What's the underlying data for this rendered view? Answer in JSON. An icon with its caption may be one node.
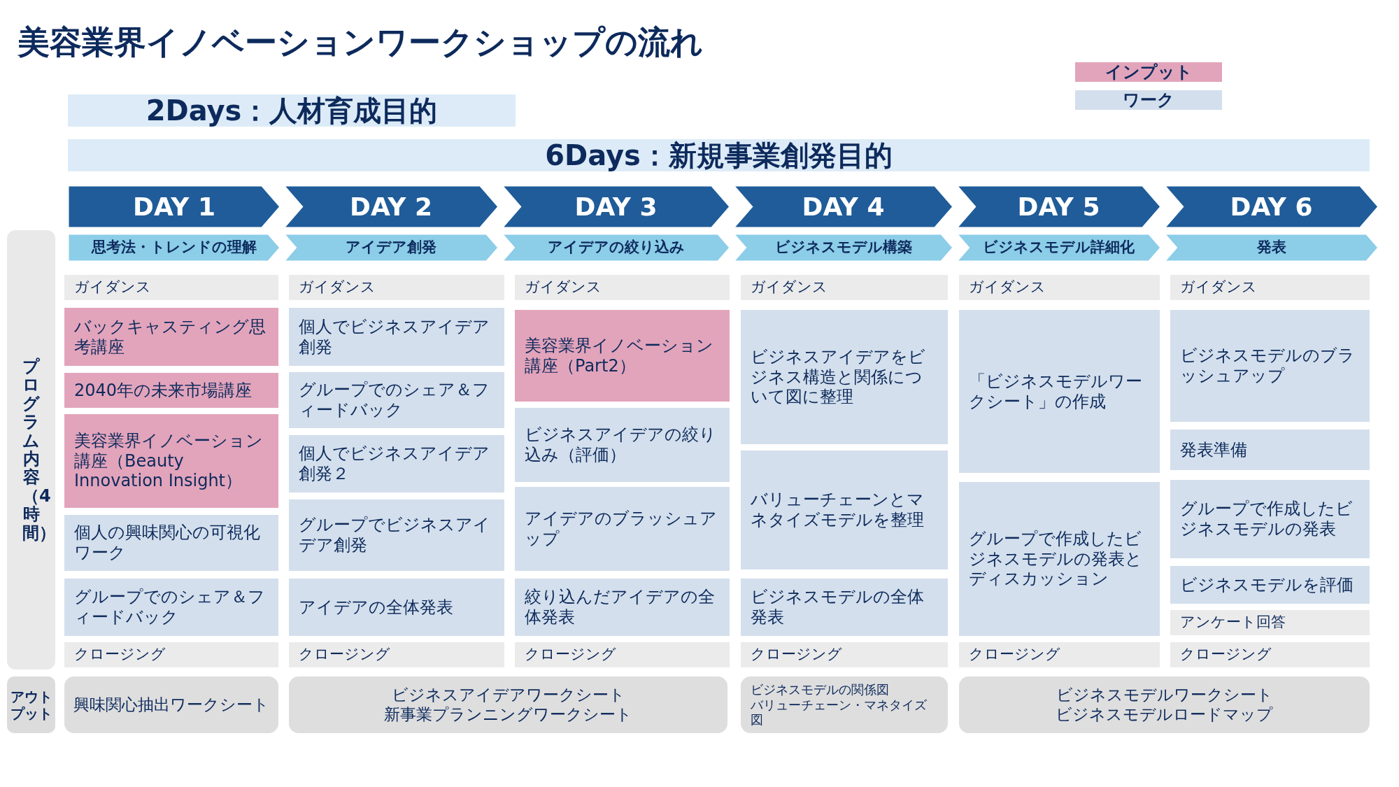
{
  "diagram": {
    "title": "美容業界イノベーションワークショップの流れ",
    "nodes": [
      {
        "text": [
          "2Days：人材育成目的"
        ]
      },
      {
        "text": [
          "6Days：新規事業創発目的"
        ]
      },
      {
        "text": [
          "DAY 1"
        ]
      },
      {
        "text": [
          "DAY 2"
        ]
      },
      {
        "text": [
          "DAY 3"
        ]
      },
      {
        "text": [
          "DAY 4"
        ]
      },
      {
        "text": [
          "DAY 5"
        ]
      },
      {
        "text": [
          "DAY 6"
        ]
      },
      {
        "text": [
          "思考法・トレンドの理解"
        ]
      },
      {
        "text": [
          "アイデア創発"
        ]
      },
      {
        "text": [
          "アイデアの絞り込み"
        ]
      },
      {
        "text": [
          "ビジネスモデル構築"
        ]
      },
      {
        "text": [
          "ビジネスモデル詳細化"
        ]
      },
      {
        "text": [
          "発表"
        ]
      },
      {
        "text": [
          "プログラム内容（4時間）"
        ]
      },
      {
        "text": [
          "ガイダンス"
        ]
      },
      {
        "text": [
          "バックキャスティング思考講座"
        ]
      },
      {
        "text": [
          "2040年の未来市場講座"
        ]
      },
      {
        "text": [
          "美容業界イノベーション講座（Beauty Innovation Insight）"
        ]
      },
      {
        "text": [
          "個人の興味関心の可視化ワーク"
        ]
      },
      {
        "text": [
          "グループでのシェア＆フィードバック"
        ]
      },
      {
        "text": [
          "クロージング"
        ]
      },
      {
        "text": [
          "ガイダンス"
        ]
      },
      {
        "text": [
          "個人でビジネスアイデア創発"
        ]
      },
      {
        "text": [
          "グループでのシェア＆フィードバック"
        ]
      },
      {
        "text": [
          "個人でビジネスアイデア創発２"
        ]
      },
      {
        "text": [
          "グループでビジネスアイデア創発"
        ]
      },
      {
        "text": [
          "アイデアの全体発表"
        ]
      },
      {
        "text": [
          "クロージング"
        ]
      },
      {
        "text": [
          "ガイダンス"
        ]
      },
      {
        "text": [
          "美容業界イノベーション講座（Part2）"
        ]
      },
      {
        "text": [
          "ビジネスアイデアの絞り込み（評価）"
        ]
      },
      {
        "text": [
          "アイデアのブラッシュアップ"
        ]
      },
      {
        "text": [
          "絞り込んだアイデアの全体発表"
        ]
      },
      {
        "text": [
          "クロージング"
        ]
      },
      {
        "text": [
          "ガイダンス"
        ]
      },
      {
        "text": [
          "ビジネスアイデアをビジネス構造と関係について図に整理"
        ]
      },
      {
        "text": [
          "バリューチェーンとマネタイズモデルを整理"
        ]
      },
      {
        "text": [
          "ビジネスモデルの全体発表"
        ]
      },
      {
        "text": [
          "クロージング"
        ]
      },
      {
        "text": [
          "ガイダンス"
        ]
      },
      {
        "text": [
          "「ビジネスモデルワークシート」の作成"
        ]
      },
      {
        "text": [
          "グループで作成したビジネスモデルの発表とディスカッション"
        ]
      },
      {
        "text": [
          "クロージング"
        ]
      },
      {
        "text": [
          "ガイダンス"
        ]
      },
      {
        "text": [
          "ビジネスモデルのブラッシュアップ"
        ]
      },
      {
        "text": [
          "発表準備"
        ]
      },
      {
        "text": [
          "グループで作成したビジネスモデルの発表"
        ]
      },
      {
        "text": [
          "ビジネスモデルを評価"
        ]
      },
      {
        "text": [
          "アンケート回答"
        ]
      },
      {
        "text": [
          "クロージング"
        ]
      },
      {
        "text": [
          "アウトプット"
        ]
      },
      {
        "text": [
          "興味関心抽出ワークシート"
        ]
      },
      {
        "text": [
          "ビジネスアイデアワークシート",
          "新事業プランニングワークシート"
        ]
      },
      {
        "text": [
          "ビジネスモデルの関係図",
          "バリューチェーン・マネタイズ図"
        ]
      },
      {
        "text": [
          "ビジネスモデルワークシート",
          "ビジネスモデルロードマップ"
        ]
      }
    ],
    "legend": [
      {
        "text": "インプット",
        "color": "#e2a4bb"
      },
      {
        "text": "ワーク",
        "color": "#d3dfec"
      }
    ]
  }
}
